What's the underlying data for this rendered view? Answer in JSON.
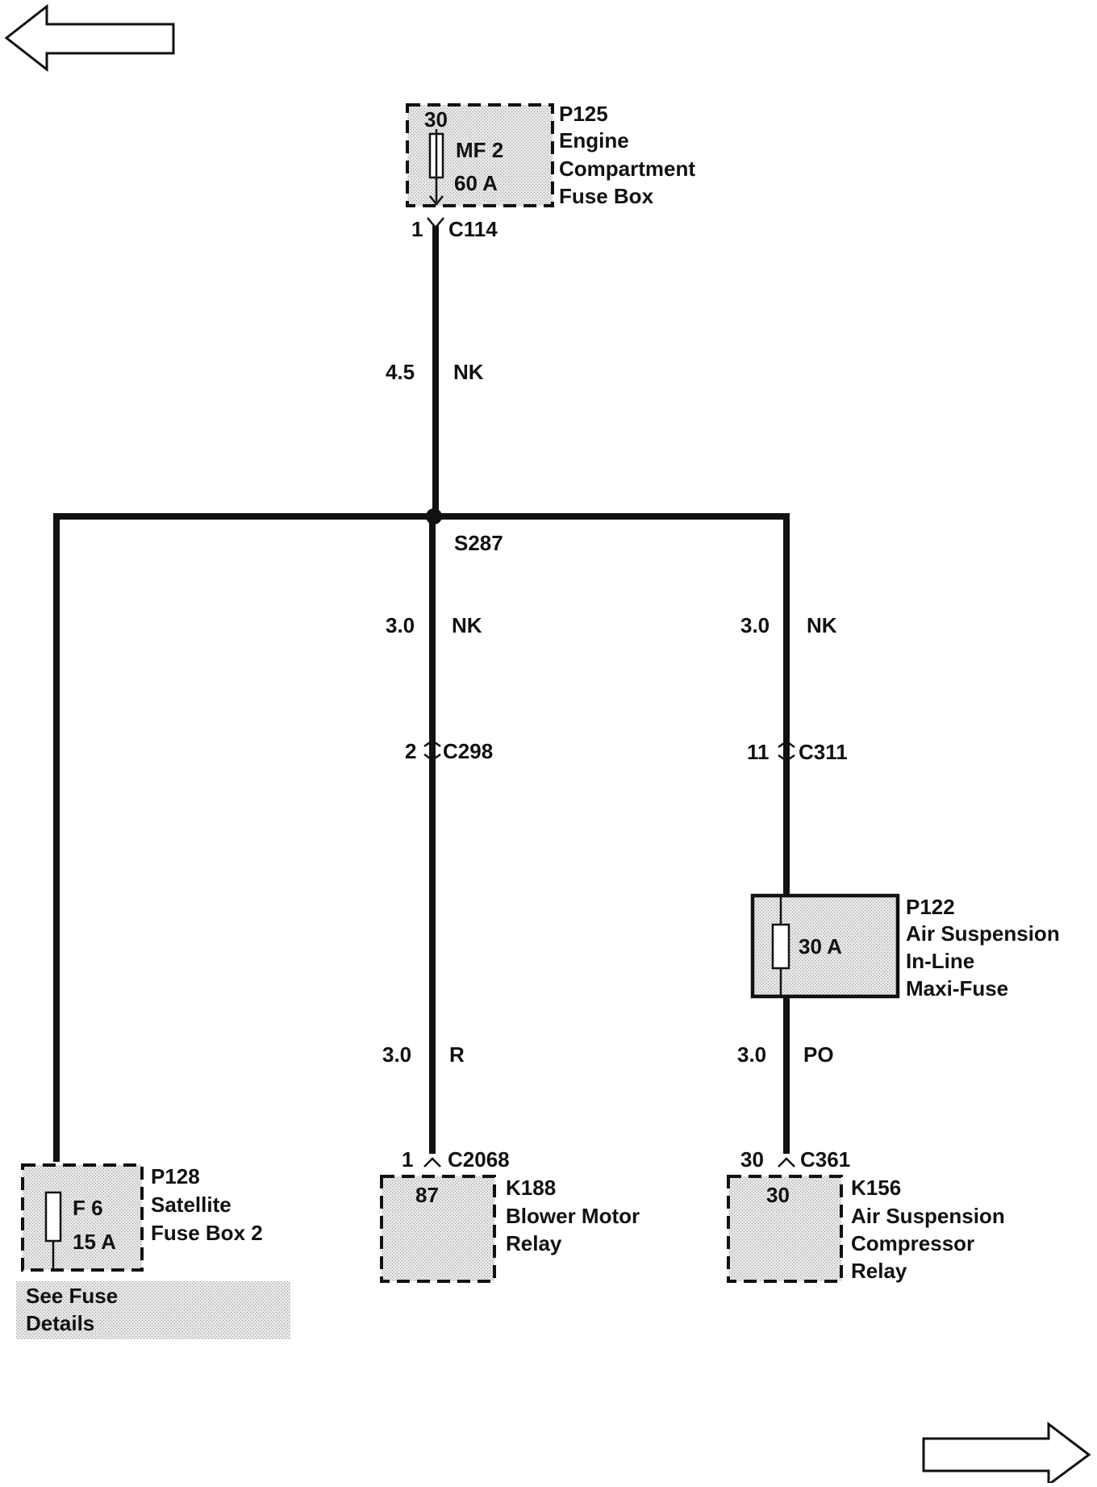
{
  "navigation": {
    "prev_icon": "left-arrow-icon",
    "next_icon": "right-arrow-icon"
  },
  "engine_fuse_box": {
    "id": "P125",
    "name_lines": [
      "Engine",
      "Compartment",
      "Fuse Box"
    ],
    "pin": "30",
    "fuse_name": "MF 2",
    "fuse_rating": "60 A",
    "connector_pin": "1",
    "connector": "C114"
  },
  "feed_wire": {
    "gauge": "4.5",
    "color": "NK"
  },
  "splice": {
    "id": "S287"
  },
  "branch_blower": {
    "wire1_gauge": "3.0",
    "wire1_color": "NK",
    "connector_pin": "2",
    "connector": "C298",
    "wire2_gauge": "3.0",
    "wire2_color": "R"
  },
  "branch_compressor": {
    "wire1_gauge": "3.0",
    "wire1_color": "NK",
    "connector_pin": "11",
    "connector": "C311",
    "wire2_gauge": "3.0",
    "wire2_color": "PO"
  },
  "maxi_fuse": {
    "id": "P122",
    "name_lines": [
      "Air Suspension",
      "In-Line",
      "Maxi-Fuse"
    ],
    "rating": "30 A"
  },
  "satellite_fuse_box": {
    "id": "P128",
    "name_lines": [
      "Satellite",
      "Fuse Box 2"
    ],
    "fuse_name": "F 6",
    "fuse_rating": "15 A",
    "details_link_lines": [
      "See Fuse",
      "Details"
    ]
  },
  "blower_relay": {
    "id": "K188",
    "name_lines": [
      "Blower Motor",
      "Relay"
    ],
    "pin": "87",
    "connector_pin": "1",
    "connector": "C2068"
  },
  "compressor_relay": {
    "id": "K156",
    "name_lines": [
      "Air Suspension",
      "Compressor",
      "Relay"
    ],
    "pin": "30",
    "connector_pin": "30",
    "connector": "C361"
  }
}
